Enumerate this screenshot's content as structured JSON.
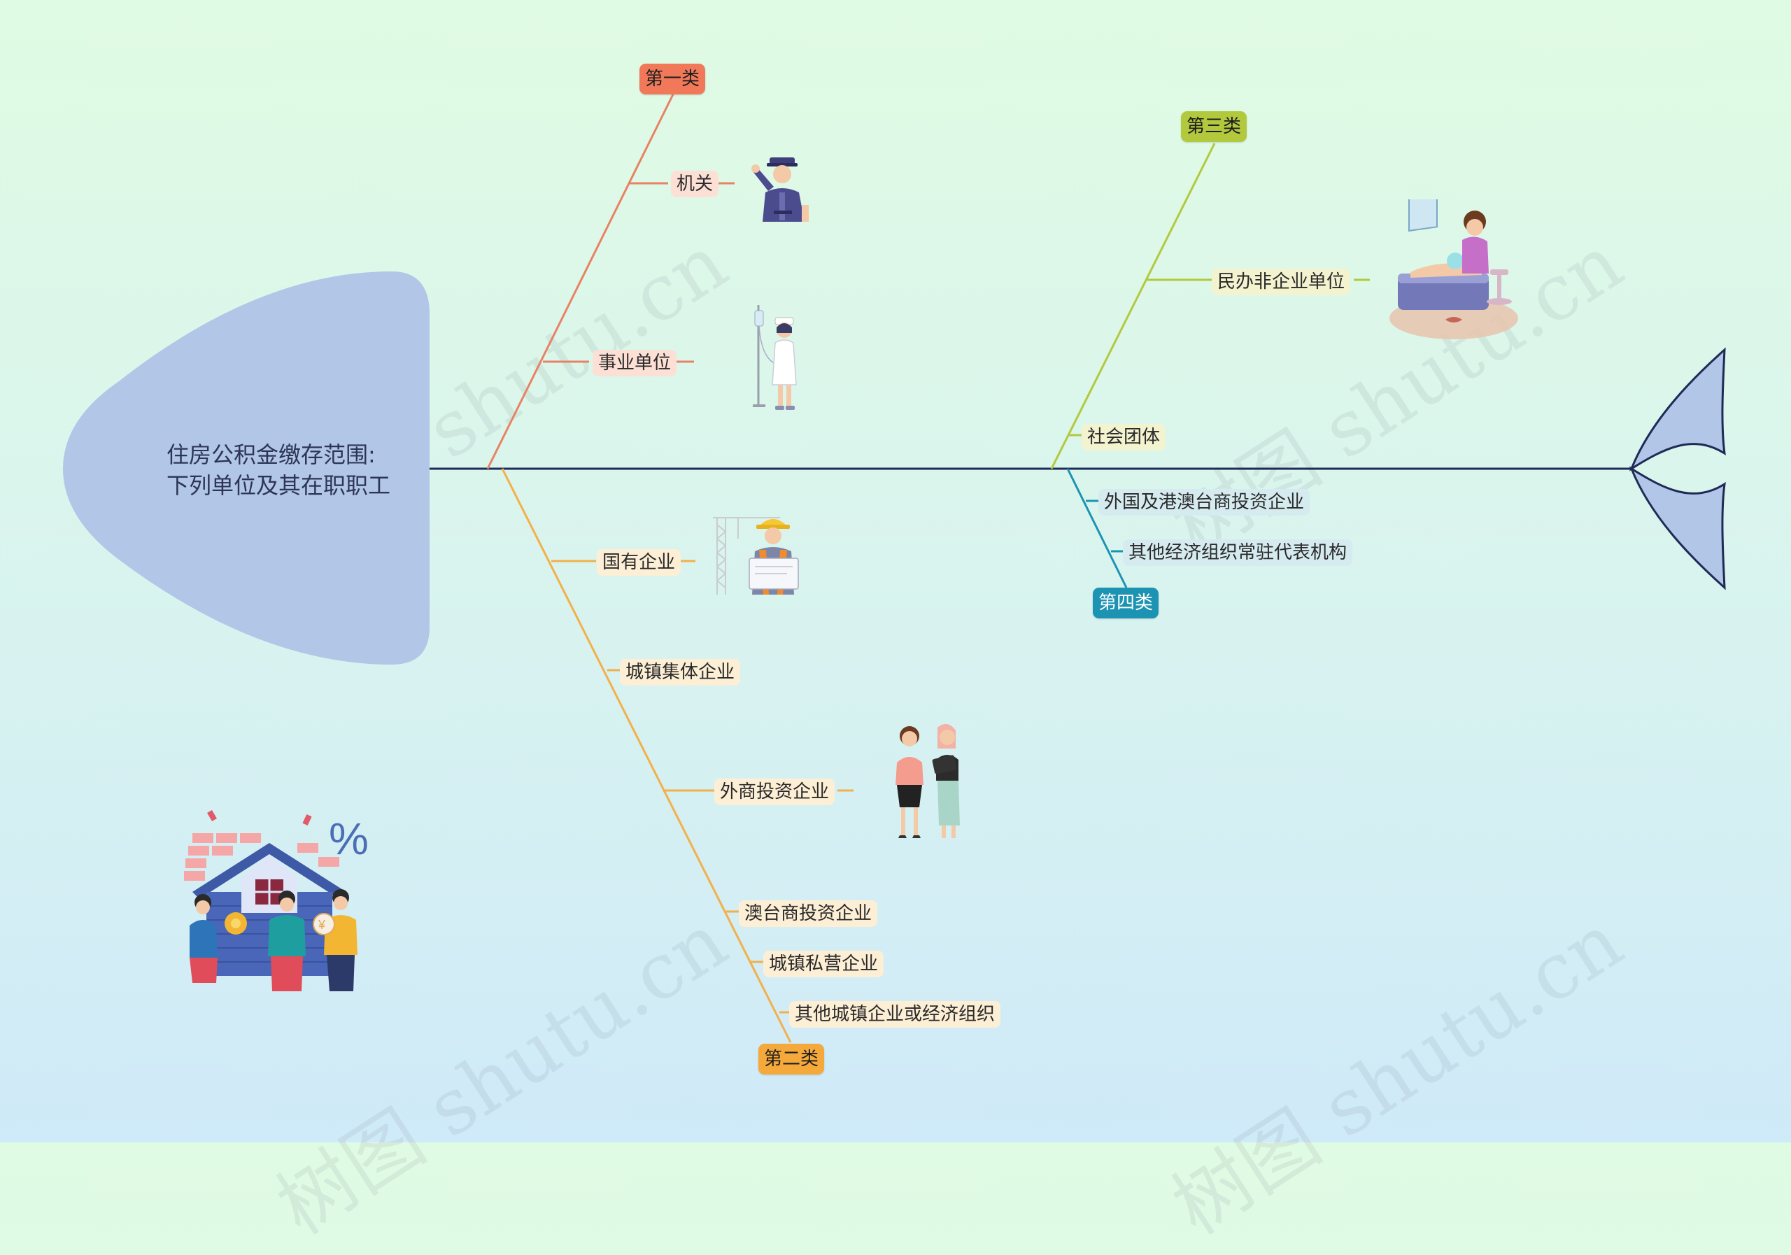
{
  "center": {
    "line1": "住房公积金缴存范围:",
    "line2": "下列单位及其在职职工"
  },
  "categories": {
    "cat1": "第一类",
    "cat2": "第二类",
    "cat3": "第三类",
    "cat4": "第四类"
  },
  "items": {
    "jiguan": "机关",
    "shiye": "事业单位",
    "guoyou": "国有企业",
    "jiti": "城镇集体企业",
    "waishang": "外商投资企业",
    "aotai": "澳台商投资企业",
    "siying": "城镇私营企业",
    "qita_chengzhen": "其他城镇企业或经济组织",
    "minban": "民办非企业单位",
    "shehui": "社会团体",
    "waiguo": "外国及港澳台商投资企业",
    "qita_jingji": "其他经济组织常驻代表机构"
  },
  "watermark": "树图 shutu.cn",
  "colors": {
    "cat1": "#f1795a",
    "cat2": "#f6a93b",
    "cat3": "#b3c93d",
    "cat4": "#1c93b3",
    "head": "#b2c6e8",
    "spine": "#1f2a56"
  },
  "icons": {
    "people_house": "house-with-people-illustration",
    "officer": "saluting-officer-illustration",
    "nurse": "nurse-with-iv-illustration",
    "engineer": "construction-engineer-illustration",
    "business": "two-businesswomen-illustration",
    "massage": "spa-massage-illustration"
  }
}
